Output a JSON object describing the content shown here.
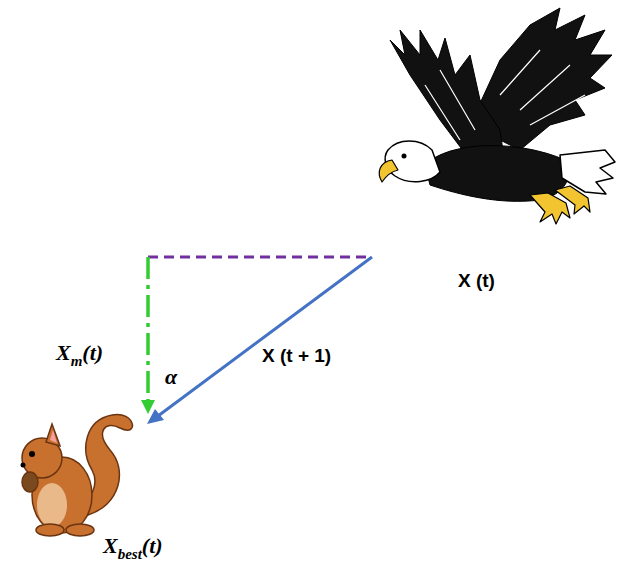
{
  "diagram": {
    "labels": [
      "X (t)",
      "X",
      "m",
      "(t)",
      "α",
      "X (t + 1)",
      "X",
      "best",
      "(t)"
    ]
  }
}
